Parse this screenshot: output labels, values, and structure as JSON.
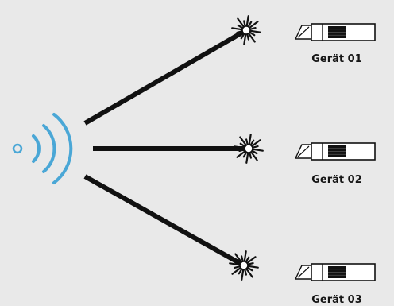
{
  "diagram": {
    "colors": {
      "background": "#e9e9e9",
      "signal": "#4aa7d6",
      "line": "#111111",
      "device_body": "#ffffff"
    },
    "transmitter": {
      "icon": "wireless-signal-icon"
    },
    "devices": [
      {
        "label": "Gerät 01",
        "icon": "device-receiver-icon"
      },
      {
        "label": "Gerät 02",
        "icon": "device-receiver-icon"
      },
      {
        "label": "Gerät 03",
        "icon": "device-receiver-icon"
      }
    ],
    "beam_icon": "laser-burst-icon"
  }
}
